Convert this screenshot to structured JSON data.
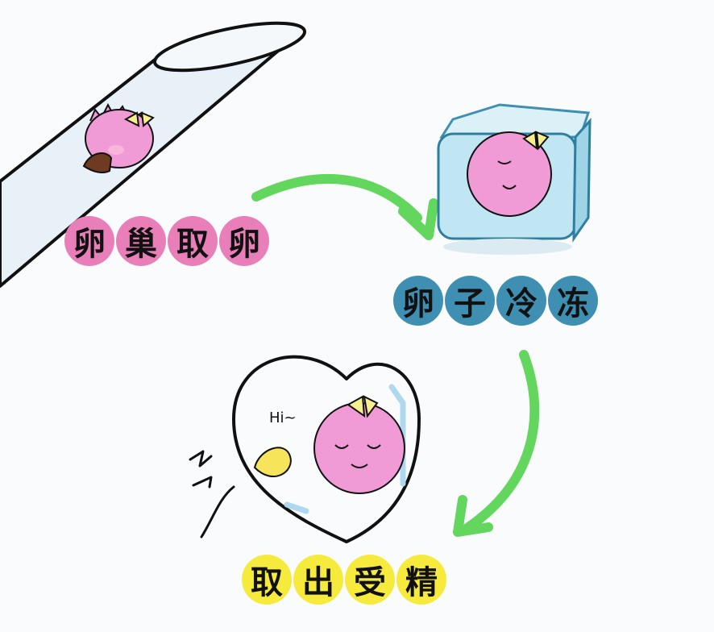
{
  "steps": [
    {
      "text": "卵巢取卵",
      "chars": [
        "卵",
        "巢",
        "取",
        "卵"
      ],
      "color": "#e97fb8"
    },
    {
      "text": "卵子冷冻",
      "chars": [
        "卵",
        "子",
        "冷",
        "冻"
      ],
      "color": "#3f8fb3"
    },
    {
      "text": "取出受精",
      "chars": [
        "取",
        "出",
        "受",
        "精"
      ],
      "color": "#f6ea3c"
    }
  ],
  "speech": "Hi~",
  "colors": {
    "arrow": "#63d65e",
    "egg": "#f09ad6",
    "ice": "#bfe6f2",
    "bow": "#f6ef8e"
  }
}
